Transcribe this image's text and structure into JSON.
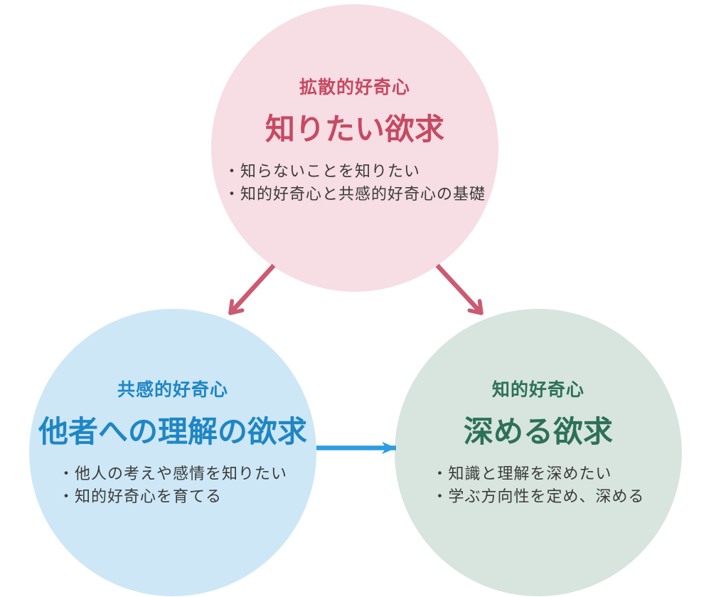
{
  "diagram": {
    "circles": {
      "top": {
        "label": "拡散的好奇心",
        "title": "知りたい欲求",
        "bullets": [
          "・知らないことを知りたい",
          "・知的好奇心と共感的好奇心の基礎"
        ]
      },
      "left": {
        "label": "共感的好奇心",
        "title": "他者への理解の欲求",
        "bullets": [
          "・他人の考えや感情を知りたい",
          "・知的好奇心を育てる"
        ]
      },
      "right": {
        "label": "知的好奇心",
        "title": "深める欲求",
        "bullets": [
          "・知識と理解を深めたい",
          "・学ぶ方向性を定め、深める"
        ]
      }
    },
    "arrows": [
      {
        "name": "top-to-left",
        "color": "#cc5a72"
      },
      {
        "name": "top-to-right",
        "color": "#cc5a72"
      },
      {
        "name": "left-to-right",
        "color": "#2d9de0"
      }
    ],
    "palette": {
      "background": "#ffffff",
      "top_circle_fill": "#f7dde4",
      "top_accent": "#c64a63",
      "left_circle_fill": "#cde7f6",
      "left_accent": "#1f86c4",
      "right_circle_fill": "#d7e5de",
      "right_accent": "#2d7157",
      "arrow_pink": "#cc5a72",
      "arrow_blue": "#2d9de0",
      "bullet_text": "#3b3b3b"
    }
  }
}
